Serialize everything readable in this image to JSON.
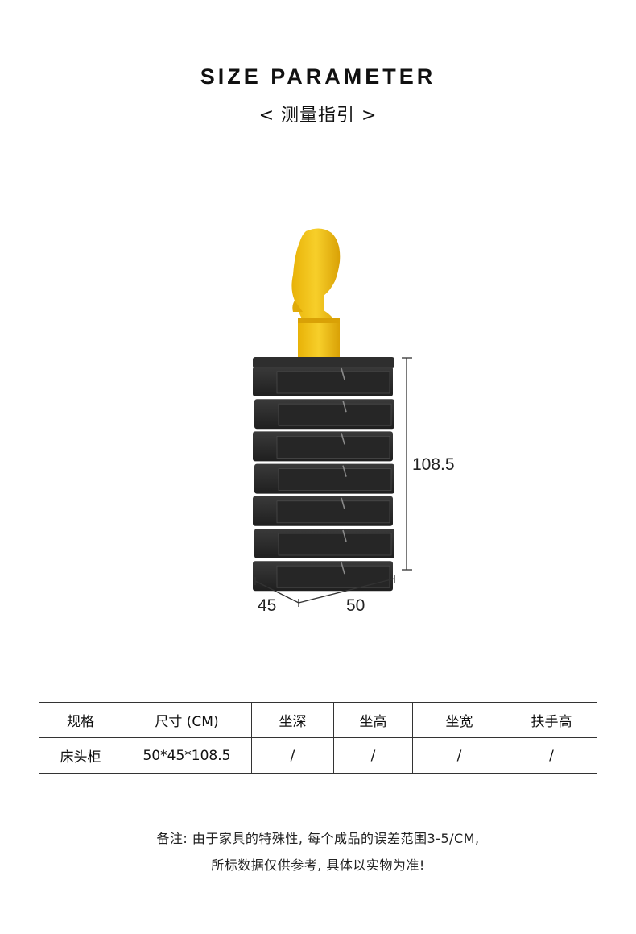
{
  "header": {
    "title": "SIZE PARAMETER",
    "subtitle": "< 测量指引 >"
  },
  "dimensions": {
    "height": "108.5",
    "depth": "45",
    "width": "50"
  },
  "product": {
    "drawer_count": 7,
    "body_color": "#2b2b2b",
    "sculpture_color": "#f2c21a"
  },
  "table": {
    "headers": [
      "规格",
      "尺寸 (CM)",
      "坐深",
      "坐高",
      "坐宽",
      "扶手高"
    ],
    "rows": [
      [
        "床头柜",
        "50*45*108.5",
        "/",
        "/",
        "/",
        "/"
      ]
    ]
  },
  "notes": {
    "line1": "备注: 由于家具的特殊性, 每个成品的误差范围3-5/CM,",
    "line2": "所标数据仅供参考, 具体以实物为准!"
  }
}
